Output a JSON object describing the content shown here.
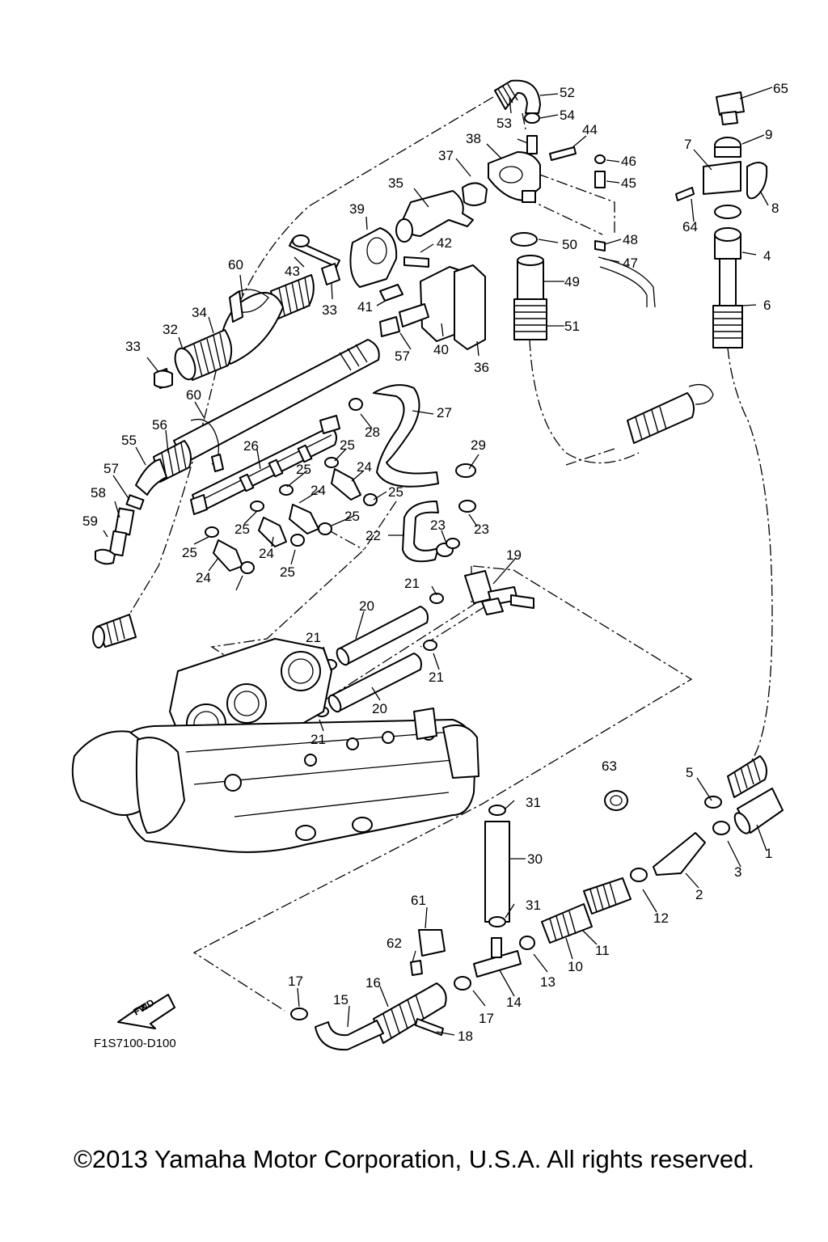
{
  "diagram": {
    "reference_code": "F1S7100-D100",
    "copyright": "©2013 Yamaha Motor Corporation, U.S.A. All rights reserved.",
    "fwd_label": "FWD",
    "callouts": [
      {
        "id": "c65",
        "text": "65"
      },
      {
        "id": "c52",
        "text": "52"
      },
      {
        "id": "c54",
        "text": "54"
      },
      {
        "id": "c53",
        "text": "53"
      },
      {
        "id": "c44",
        "text": "44"
      },
      {
        "id": "c38",
        "text": "38"
      },
      {
        "id": "c9",
        "text": "9"
      },
      {
        "id": "c7",
        "text": "7"
      },
      {
        "id": "c46",
        "text": "46"
      },
      {
        "id": "c37",
        "text": "37"
      },
      {
        "id": "c45",
        "text": "45"
      },
      {
        "id": "c35",
        "text": "35"
      },
      {
        "id": "c8",
        "text": "8"
      },
      {
        "id": "c39",
        "text": "39"
      },
      {
        "id": "c64",
        "text": "64"
      },
      {
        "id": "c48",
        "text": "48"
      },
      {
        "id": "c50",
        "text": "50"
      },
      {
        "id": "c42",
        "text": "42"
      },
      {
        "id": "c47",
        "text": "47"
      },
      {
        "id": "c4",
        "text": "4"
      },
      {
        "id": "c60a",
        "text": "60"
      },
      {
        "id": "c43",
        "text": "43"
      },
      {
        "id": "c49",
        "text": "49"
      },
      {
        "id": "c41",
        "text": "41"
      },
      {
        "id": "c33a",
        "text": "33"
      },
      {
        "id": "c34",
        "text": "34"
      },
      {
        "id": "c6",
        "text": "6"
      },
      {
        "id": "c32",
        "text": "32"
      },
      {
        "id": "c51",
        "text": "51"
      },
      {
        "id": "c33b",
        "text": "33"
      },
      {
        "id": "c40",
        "text": "40"
      },
      {
        "id": "c57a",
        "text": "57"
      },
      {
        "id": "c36",
        "text": "36"
      },
      {
        "id": "c60b",
        "text": "60"
      },
      {
        "id": "c27",
        "text": "27"
      },
      {
        "id": "c56",
        "text": "56"
      },
      {
        "id": "c28",
        "text": "28"
      },
      {
        "id": "c55",
        "text": "55"
      },
      {
        "id": "c26",
        "text": "26"
      },
      {
        "id": "c25a",
        "text": "25"
      },
      {
        "id": "c29",
        "text": "29"
      },
      {
        "id": "c57b",
        "text": "57"
      },
      {
        "id": "c25b",
        "text": "25"
      },
      {
        "id": "c24a",
        "text": "24"
      },
      {
        "id": "c58",
        "text": "58"
      },
      {
        "id": "c24b",
        "text": "24"
      },
      {
        "id": "c25c",
        "text": "25"
      },
      {
        "id": "c59",
        "text": "59"
      },
      {
        "id": "c25d",
        "text": "25"
      },
      {
        "id": "c23a",
        "text": "23"
      },
      {
        "id": "c23b",
        "text": "23"
      },
      {
        "id": "c22",
        "text": "22"
      },
      {
        "id": "c25e",
        "text": "25"
      },
      {
        "id": "c24c",
        "text": "24"
      },
      {
        "id": "c25f",
        "text": "25"
      },
      {
        "id": "c19",
        "text": "19"
      },
      {
        "id": "c24d",
        "text": "24"
      },
      {
        "id": "c25g",
        "text": "25"
      },
      {
        "id": "c21a",
        "text": "21"
      },
      {
        "id": "c20a",
        "text": "20"
      },
      {
        "id": "c21b",
        "text": "21"
      },
      {
        "id": "c21c",
        "text": "21"
      },
      {
        "id": "c20b",
        "text": "20"
      },
      {
        "id": "c21d",
        "text": "21"
      },
      {
        "id": "c63",
        "text": "63"
      },
      {
        "id": "c5",
        "text": "5"
      },
      {
        "id": "c31a",
        "text": "31"
      },
      {
        "id": "c1",
        "text": "1"
      },
      {
        "id": "c3",
        "text": "3"
      },
      {
        "id": "c30",
        "text": "30"
      },
      {
        "id": "c2",
        "text": "2"
      },
      {
        "id": "c61",
        "text": "61"
      },
      {
        "id": "c31b",
        "text": "31"
      },
      {
        "id": "c12",
        "text": "12"
      },
      {
        "id": "c11",
        "text": "11"
      },
      {
        "id": "c62",
        "text": "62"
      },
      {
        "id": "c10",
        "text": "10"
      },
      {
        "id": "c13",
        "text": "13"
      },
      {
        "id": "c14",
        "text": "14"
      },
      {
        "id": "c17a",
        "text": "17"
      },
      {
        "id": "c16",
        "text": "16"
      },
      {
        "id": "c15",
        "text": "15"
      },
      {
        "id": "c17b",
        "text": "17"
      },
      {
        "id": "c18",
        "text": "18"
      }
    ]
  }
}
